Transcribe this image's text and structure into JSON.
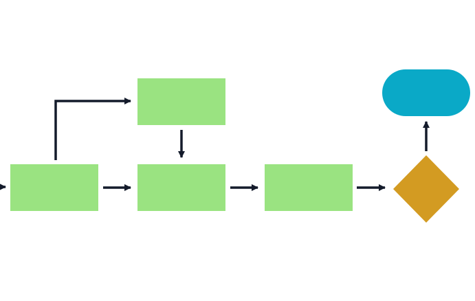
{
  "diagram": {
    "type": "flowchart",
    "colors": {
      "background": "#ffffff",
      "process": "#9ae381",
      "decision": "#d39b22",
      "terminal": "#0aa9c7",
      "arrow": "#141b2b"
    },
    "nodes": [
      {
        "id": "process-1",
        "shape": "rectangle",
        "label": ""
      },
      {
        "id": "process-2",
        "shape": "rectangle",
        "label": ""
      },
      {
        "id": "process-3",
        "shape": "rectangle",
        "label": ""
      },
      {
        "id": "process-4",
        "shape": "rectangle",
        "label": ""
      },
      {
        "id": "decision-1",
        "shape": "diamond",
        "label": ""
      },
      {
        "id": "terminal-1",
        "shape": "rounded-pill",
        "label": ""
      }
    ],
    "edges": [
      {
        "from": "entry",
        "to": "process-1"
      },
      {
        "from": "process-1",
        "to": "process-2"
      },
      {
        "from": "process-1",
        "to": "process-3"
      },
      {
        "from": "process-3",
        "to": "process-2"
      },
      {
        "from": "process-2",
        "to": "process-4"
      },
      {
        "from": "process-4",
        "to": "decision-1"
      },
      {
        "from": "decision-1",
        "to": "terminal-1"
      }
    ]
  }
}
